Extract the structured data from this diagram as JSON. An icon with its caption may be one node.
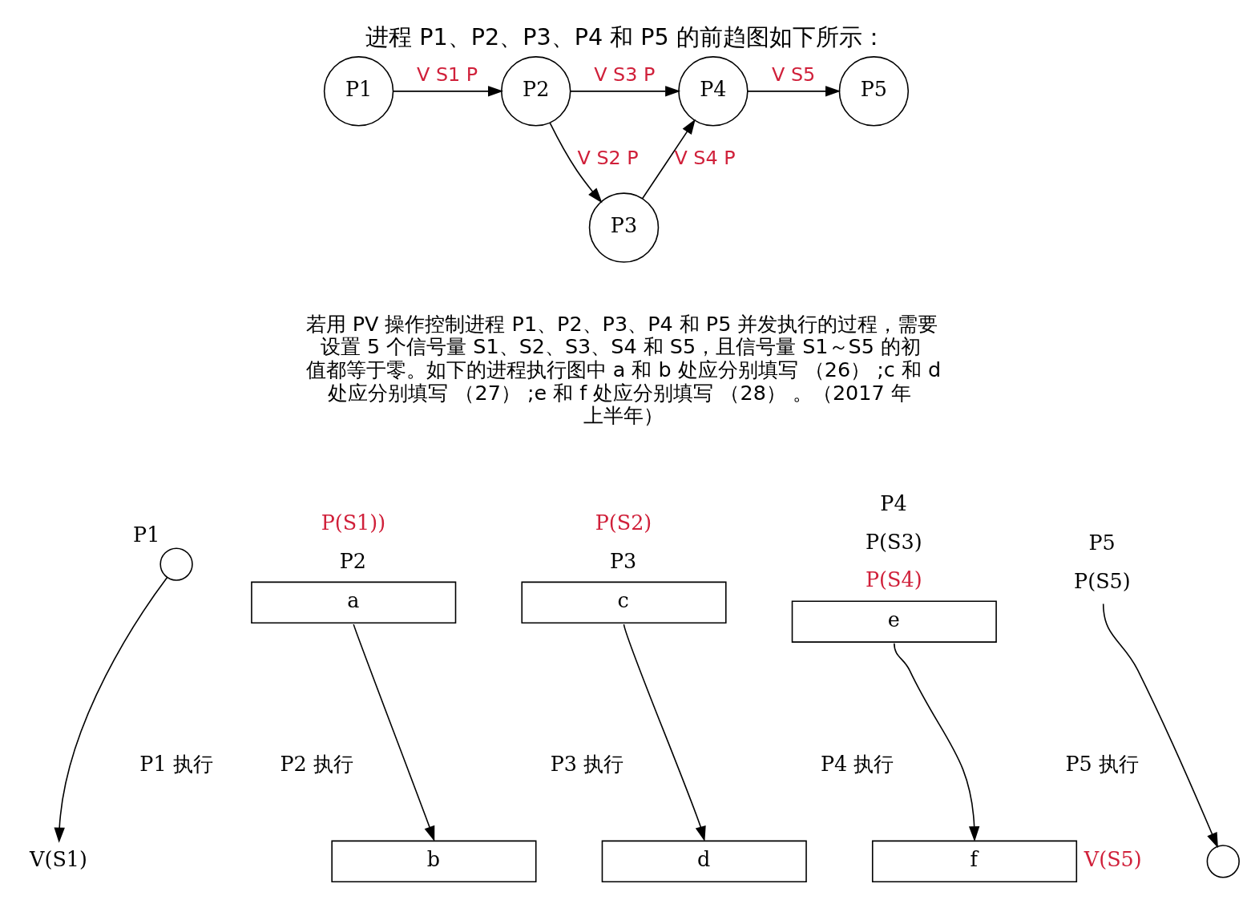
{
  "diagram": {
    "title": "进程 P1、P2、P3、P4 和 P5 的前趋图如下所示：",
    "nodes": [
      {
        "text": [
          "P1"
        ]
      },
      {
        "text": [
          "P2"
        ]
      },
      {
        "text": [
          "P3"
        ]
      },
      {
        "text": [
          "P4"
        ]
      },
      {
        "text": [
          "P5"
        ]
      },
      {
        "text": [],
        "shape": "circle",
        "beside": [
          "P1"
        ]
      },
      {
        "text": [
          "V(S1)"
        ]
      },
      {
        "text": [
          "a"
        ],
        "beside": [
          "P(S1))",
          "P2"
        ]
      },
      {
        "text": [
          "b"
        ]
      },
      {
        "text": [
          "c"
        ],
        "beside": [
          "P(S2)",
          "P3"
        ]
      },
      {
        "text": [
          "d"
        ]
      },
      {
        "text": [
          "e"
        ],
        "beside": [
          "P4",
          "P(S3)",
          "P(S4)"
        ]
      },
      {
        "text": [
          "f"
        ],
        "beside": [
          "V(S5)"
        ]
      },
      {
        "text": [
          "P(S5)"
        ],
        "beside": [
          "P5"
        ]
      },
      {
        "text": [],
        "shape": "circle"
      }
    ],
    "edges": [
      {
        "from": 0,
        "to": 1,
        "arrow": "to",
        "label": "V S1 P"
      },
      {
        "from": 1,
        "to": 3,
        "arrow": "to",
        "label": "V S3 P"
      },
      {
        "from": 1,
        "to": 2,
        "arrow": "to",
        "label": "V S2 P"
      },
      {
        "from": 2,
        "to": 3,
        "arrow": "to",
        "label": "V S4 P"
      },
      {
        "from": 3,
        "to": 4,
        "arrow": "to",
        "label": "V S5"
      },
      {
        "from": 5,
        "to": 6,
        "arrow": "to"
      },
      {
        "from": 7,
        "to": 8,
        "arrow": "to"
      },
      {
        "from": 9,
        "to": 10,
        "arrow": "to"
      },
      {
        "from": 11,
        "to": 12,
        "arrow": "to"
      },
      {
        "from": 13,
        "to": 14,
        "arrow": "to"
      }
    ],
    "labels": [
      "若用 PV 操作控制进程 P1、P2、P3、P4 和 P5 并发执行的过程，需要设置 5 个信号量 S1、S2、S3、S4 和 S5，且信号量 S1～S5 的初值都等于零。如下的进程执行图中 a 和 b 处应分别填写 （26） ;c 和 d 处应分别填写 （27） ;e 和 f 处应分别填写 （28） 。（2017 年上半年）",
      "P1 执行",
      "P2 执行",
      "P3 执行",
      "P4 执行",
      "P5 执行"
    ]
  }
}
